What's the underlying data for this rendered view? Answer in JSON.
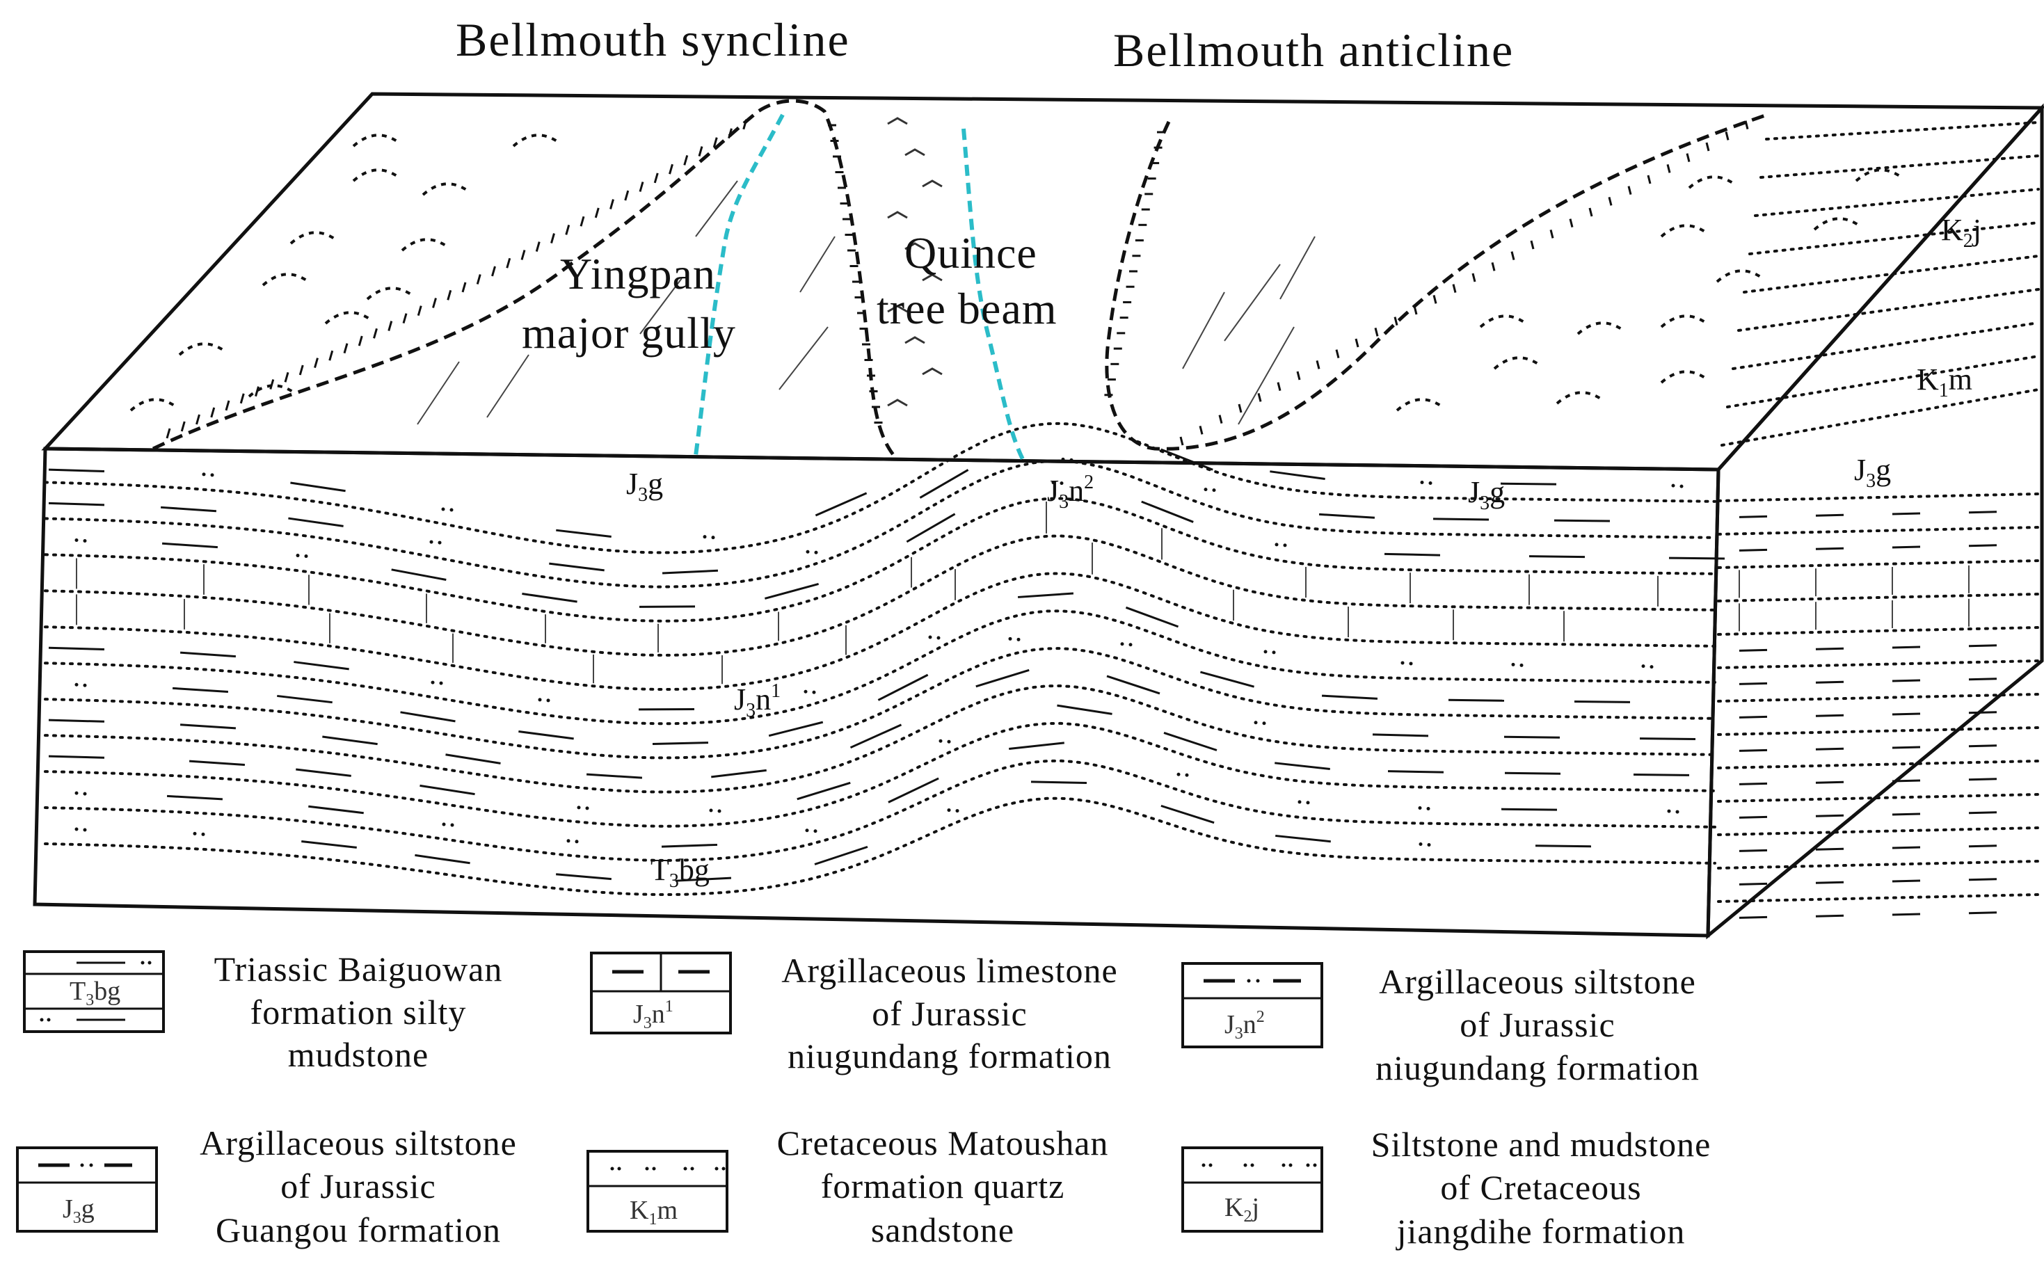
{
  "titles": {
    "syncline": "Bellmouth syncline",
    "anticline": "Bellmouth anticline"
  },
  "labels": {
    "gully_line1": "Yingpan",
    "gully_line2": "major gully",
    "beam_line1": "Quince",
    "beam_line2": "tree beam"
  },
  "formations": {
    "j3g_a": {
      "main": "J",
      "sub": "3",
      "rest": "g"
    },
    "j3g_b": {
      "main": "J",
      "sub": "3",
      "rest": "g"
    },
    "j3g_side": {
      "main": "J",
      "sub": "3",
      "rest": "g"
    },
    "j3n2": {
      "main": "J",
      "sub": "3",
      "rest": "n",
      "sup": "2"
    },
    "j3n1": {
      "main": "J",
      "sub": "3",
      "rest": "n",
      "sup": "1"
    },
    "t3bg": {
      "main": "T",
      "sub": "3",
      "rest": "bg"
    },
    "k2j": {
      "main": "K",
      "sub": "2",
      "rest": "j"
    },
    "k1m": {
      "main": "K",
      "sub": "1",
      "rest": "m"
    }
  },
  "legend": [
    {
      "code_main": "T",
      "code_sub": "3",
      "code_rest": "bg",
      "code_sup": "",
      "lines": [
        "Triassic Baiguowan",
        "formation silty",
        "mudstone"
      ]
    },
    {
      "code_main": "J",
      "code_sub": "3",
      "code_rest": "n",
      "code_sup": "1",
      "lines": [
        "Argillaceous limestone",
        "of Jurassic",
        "niugundang formation"
      ]
    },
    {
      "code_main": "J",
      "code_sub": "3",
      "code_rest": "n",
      "code_sup": "2",
      "lines": [
        "Argillaceous siltstone",
        "of Jurassic",
        "niugundang formation"
      ]
    },
    {
      "code_main": "J",
      "code_sub": "3",
      "code_rest": "g",
      "code_sup": "",
      "lines": [
        "Argillaceous siltstone",
        "of Jurassic",
        "Guangou formation"
      ]
    },
    {
      "code_main": "K",
      "code_sub": "1",
      "code_rest": "m",
      "code_sup": "",
      "lines": [
        "Cretaceous Matoushan",
        "formation quartz",
        "sandstone"
      ]
    },
    {
      "code_main": "K",
      "code_sub": "2",
      "code_rest": "j",
      "code_sup": "",
      "lines": [
        "Siltstone and mudstone",
        "of Cretaceous",
        "jiangdihe formation"
      ]
    }
  ]
}
